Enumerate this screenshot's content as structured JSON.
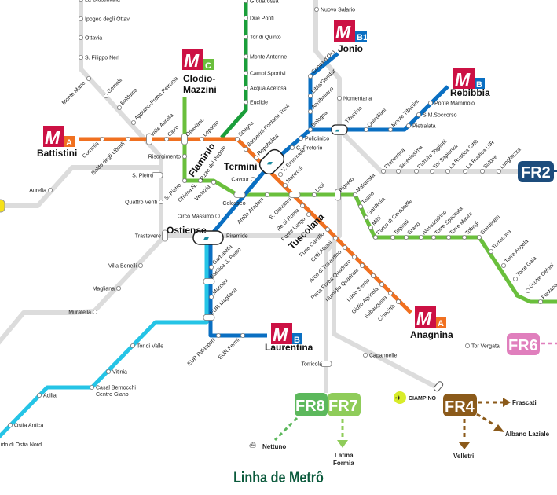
{
  "title": "Linha de Metrô",
  "colors": {
    "A": "#f07020",
    "B": "#0a6fc2",
    "C": "#6abf3c",
    "viterbo": "#1a9e3a",
    "lido": "#25c4e6",
    "rail": "#dcdcdc",
    "metro_red": "#cc1144",
    "FR2": "#1c4c7c",
    "FR4": "#8b5a1a",
    "FR6": "#e07fbd",
    "FR7": "#8fcc5a",
    "FR8": "#5cb85c"
  },
  "termini": {
    "battistini": "Battistini",
    "clodio": "Clodio-",
    "mazzini": "Mazzini",
    "jonio": "Jonio",
    "rebibbia": "Rebibbia",
    "laurentina": "Laurentina",
    "anagnina": "Anagnina",
    "flaminio": "Flaminio",
    "flaminio_sub": "P.zza del Popolo",
    "termini": "Termini",
    "ostiense": "Ostiense",
    "tuscolana": "Tuscolana"
  },
  "badges": {
    "m": "M",
    "A": "A",
    "B": "B",
    "B1": "B1",
    "C": "C"
  },
  "stations": {
    "a": [
      "Cornelia",
      "Baldo degli Ubaldi",
      "Valle Aurelia",
      "Cipro",
      "Ottaviano",
      "Lepanto",
      "Spagna",
      "Barberini-Fontana Trevi",
      "Repubblica",
      "V. Emanuele",
      "Manzoni",
      "S. Giovanni",
      "Re di Roma",
      "Ponte Lungo",
      "Furio Camillo",
      "Colli Albani",
      "Arco di Travertino",
      "Porta Furba Quadraro",
      "Numidio Quadrato",
      "Lucio Sestio",
      "Giulio Agricola",
      "Subaugusta",
      "Cinecittà"
    ],
    "b": [
      "Circo Massimo",
      "Colosseo",
      "Cavour",
      "C. Pretorio",
      "Policlinico",
      "Bologna",
      "Tiburtina",
      "Quintiliani",
      "Monte Tiburtini",
      "Pietralata",
      "S.M.Soccorso",
      "Ponte Mammolo",
      "Garbatella",
      "Basilica S. Paolo",
      "Marconi",
      "EUR Magliana",
      "EUR Palasport",
      "EUR Fermi"
    ],
    "b1": [
      "Annibaliano",
      "Libia/Gondar",
      "Conca d'Oro"
    ],
    "c": [
      "Risorgimento",
      "S. Pietro",
      "Chiesa N.",
      "Venezia",
      "Amba Aradam",
      "Lodi",
      "Pigneto",
      "Malatesta",
      "Teano",
      "Gardenia",
      "Mirti",
      "Parco di Centocelle",
      "Togliatti",
      "Grano",
      "Alessandrino",
      "Torre Spaccata",
      "Torre Maura",
      "Tobagi",
      "Giardinetti",
      "Torrenova",
      "Torre Angela",
      "Torre Gaia",
      "Grotte Celoni",
      "Fontana Candida"
    ],
    "viterbo": [
      "Grottarossa",
      "Due Ponti",
      "Tor di Quinto",
      "Monte Antenne",
      "Campi Sportivi",
      "Acqua Acetosa",
      "Euclide"
    ],
    "lido": [
      "Tor di Valle",
      "Vitinia",
      "Casal Bernocchi",
      "Centro Giano",
      "Acilia",
      "Ostia Antica",
      "Lido di Ostia Nord"
    ],
    "rail": [
      "La Giustiniana",
      "Ipogeo degli Ottavi",
      "Ottavia",
      "S. Filippo Neri",
      "Monte Mario",
      "Gemelli",
      "Balduina",
      "Appiano-Proba Petronia",
      "S. Pietro",
      "Aurelia",
      "Quattro Venti",
      "Trastevere",
      "Villa Bonelli",
      "Magliana",
      "Muratella",
      "Piramide",
      "Nuovo Salario",
      "Nomentana",
      "Prenestina",
      "Serenissima",
      "Palmiro Togliatti",
      "Tor Sapienza",
      "La Rustica Città",
      "La Rustica UIR",
      "Salone",
      "Lunghezza",
      "Torricola",
      "Capannelle",
      "Tor Vergata"
    ]
  },
  "fr": {
    "FR2": "FR2",
    "FR4": "FR4",
    "FR6": "FR6",
    "FR7": "FR7",
    "FR8": "FR8",
    "ciampino": "CIAMPINO",
    "nettuno": "Nettuno",
    "latina": "Latina",
    "formia": "Formia",
    "frascati": "Frascati",
    "albano": "Albano Laziale",
    "velletri": "Velletri"
  }
}
